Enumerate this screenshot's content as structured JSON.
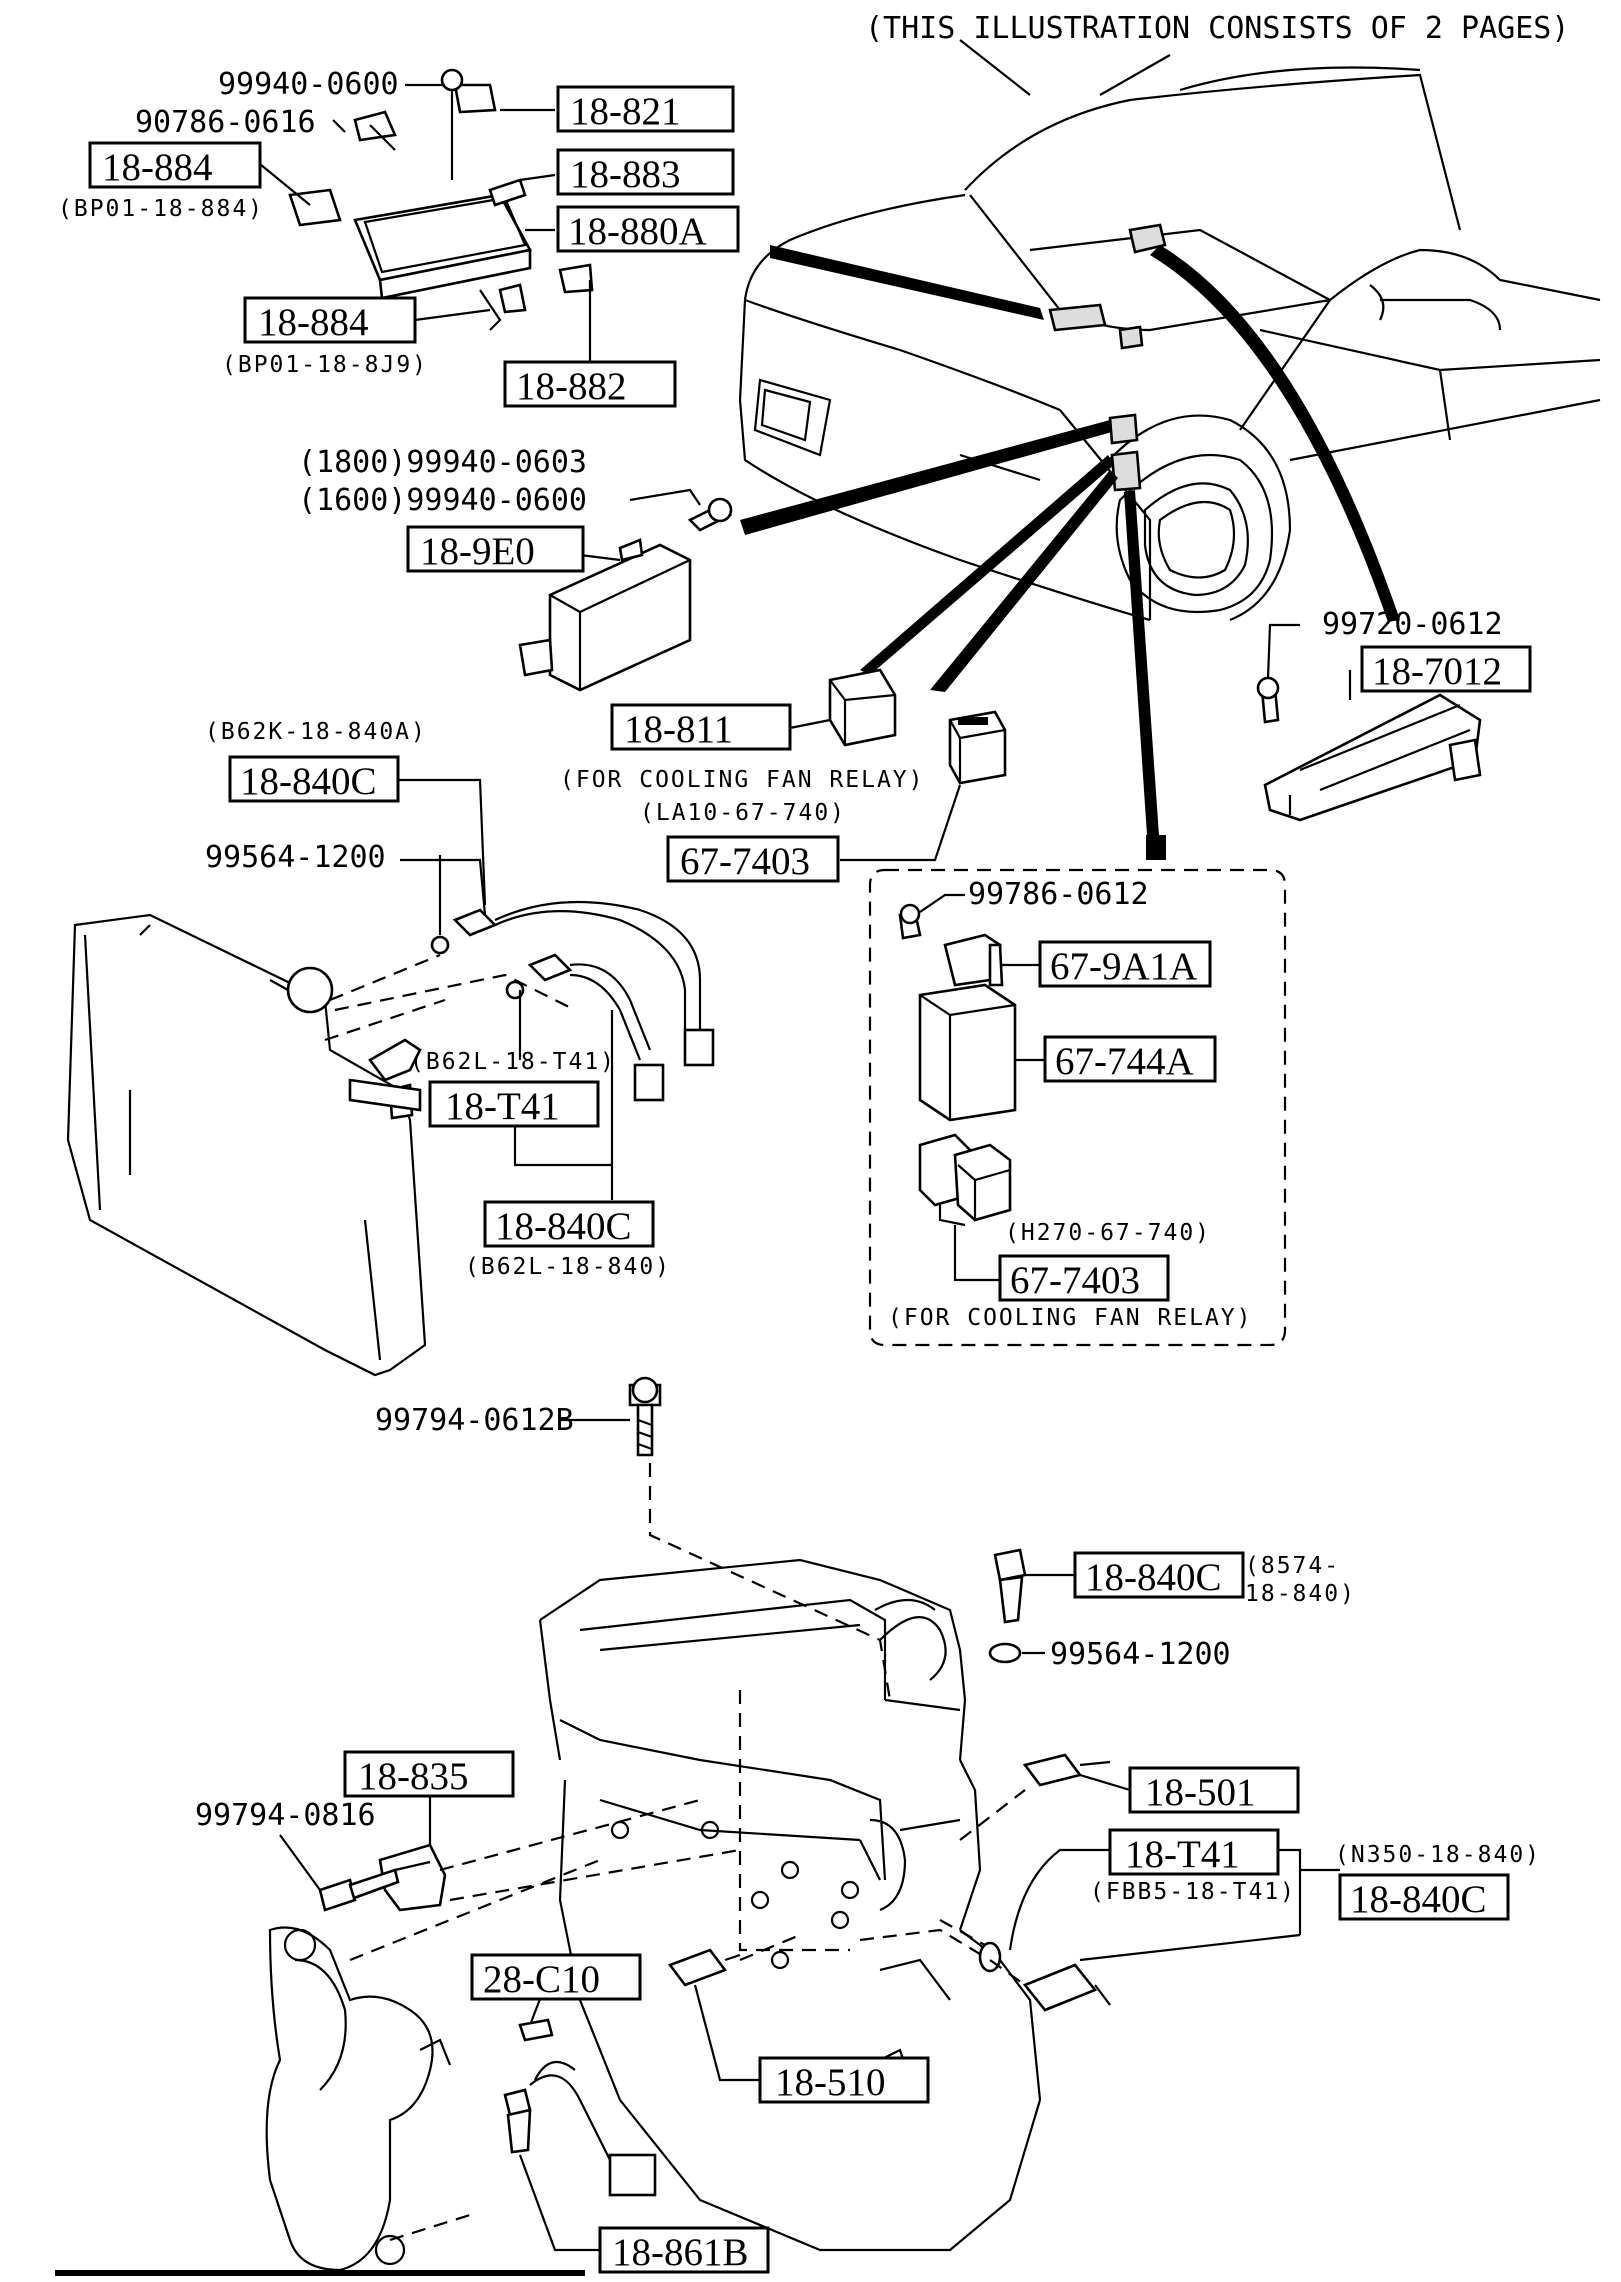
{
  "header": {
    "note": "(THIS ILLUSTRATION CONSISTS OF  2 PAGES)"
  },
  "refs": {
    "r18_821": "18-821",
    "r18_883": "18-883",
    "r18_880A": "18-880A",
    "r18_884_a": "18-884",
    "r18_884_b": "18-884",
    "r18_882": "18-882",
    "r18_9E0": "18-9E0",
    "r18_811": "18-811",
    "r67_7403_a": "67-7403",
    "r18_7012": "18-7012",
    "r18_840C_a": "18-840C",
    "r18_T41_a": "18-T41",
    "r18_840C_b": "18-840C",
    "r67_9A1A": "67-9A1A",
    "r67_744A": "67-744A",
    "r67_7403_b": "67-7403",
    "r18_840C_c": "18-840C",
    "r18_501": "18-501",
    "r18_T41_b": "18-T41",
    "r18_840C_d": "18-840C",
    "r18_835": "18-835",
    "r28_C10": "28-C10",
    "r18_510": "18-510",
    "r18_861B": "18-861B"
  },
  "part_numbers": {
    "p99940_0600_top": "99940-0600",
    "p90786_0616": "90786-0616",
    "p99940_0603": "(1800)99940-0603",
    "p99940_0600_b": "(1600)99940-0600",
    "p99720_0612": "99720-0612",
    "p99564_1200_a": "99564-1200",
    "p99786_0612": "99786-0612",
    "p99794_0612B": "99794-0612B",
    "p99564_1200_b": "99564-1200",
    "p99794_0816": "99794-0816"
  },
  "notes": {
    "n_bp01_884": "(BP01-18-884)",
    "n_bp01_8j9": "(BP01-18-8J9)",
    "n_cooling_1": "(FOR COOLING FAN RELAY)",
    "n_la10": "(LA10-67-740)",
    "n_b62k": "(B62K-18-840A)",
    "n_b62l_t41": "(B62L-18-T41)",
    "n_b62l_840": "(B62L-18-840)",
    "n_h270": "(H270-67-740)",
    "n_cooling_2": "(FOR COOLING FAN RELAY)",
    "n_8574_a": "(8574-",
    "n_8574_b": "18-840)",
    "n_n350": "(N350-18-840)",
    "n_fbb5": "(FBB5-18-T41)"
  }
}
